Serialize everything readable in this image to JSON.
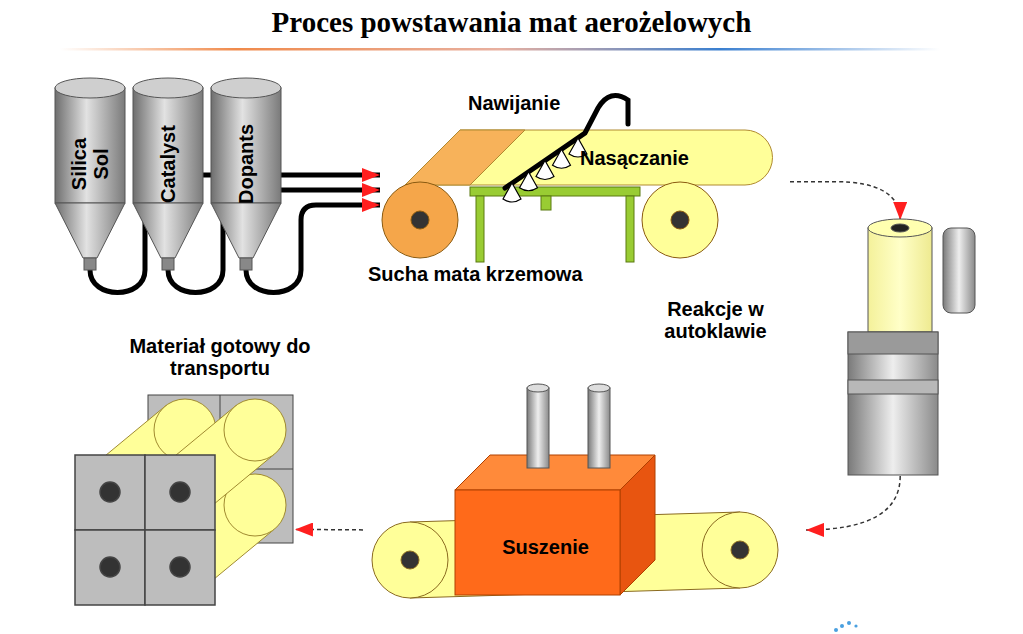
{
  "diagram": {
    "title": "Proces powstawania mat aerożelowych",
    "nodes": [
      {
        "text": [
          "Silica Sol"
        ]
      },
      {
        "text": [
          "Catalyst"
        ]
      },
      {
        "text": [
          "Dopants"
        ]
      },
      {
        "text": [
          "Nasączanie"
        ]
      },
      {
        "text": [
          "Reakcje w autoklawie"
        ]
      },
      {
        "text": [
          "Suszenie"
        ]
      },
      {
        "text": [
          "Materiał gotowy do transportu"
        ]
      }
    ],
    "edges": [
      {
        "from": 0,
        "to": 3,
        "arrow": "to"
      },
      {
        "from": 1,
        "to": 3,
        "arrow": "to"
      },
      {
        "from": 2,
        "to": 3,
        "arrow": "to"
      },
      {
        "from": 3,
        "to": 4,
        "arrow": "to"
      },
      {
        "from": 4,
        "to": 5,
        "arrow": "to"
      },
      {
        "from": 5,
        "to": 6,
        "arrow": "to"
      }
    ],
    "labels": [
      "Nawijanie",
      "Sucha mata krzemowa"
    ]
  }
}
